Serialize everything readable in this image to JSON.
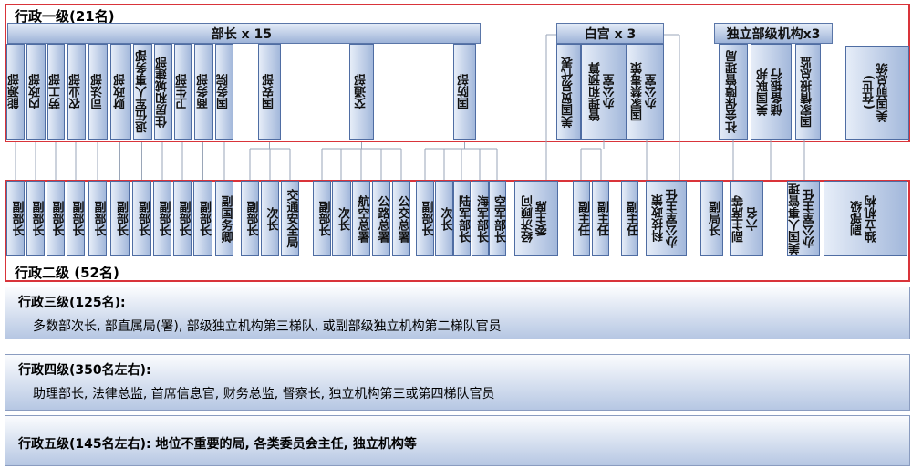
{
  "level1": {
    "title": "行政一级(21名)",
    "ministers_bar": "部长 x 15",
    "whitehouse_bar": "白宫 x 3",
    "independent_bar": "独立部级机构x3",
    "ministers": [
      "能源部",
      "内政部",
      "劳工部",
      "农业部",
      "司法部",
      "财政部",
      "退伍军人事务部",
      "住房和城建部",
      "卫生部",
      "商务部",
      "国务院",
      "国安部",
      "交通部",
      "国防部"
    ],
    "whitehouse": [
      "美国贸易代表",
      "管理和预算\n办公室",
      "国家禁毒策\n办公室"
    ],
    "independent": [
      "社会保障管理局",
      "美国联邦\n储备银行",
      "国家情报总监"
    ],
    "former_president": "(在世)\n美国前总统"
  },
  "level2": {
    "title": "行政二级 (52名)",
    "boxes": [
      "副部长",
      "副部长",
      "副部长",
      "副部长",
      "副部长",
      "副部长",
      "副部长",
      "副部长",
      "副部长",
      "副部长",
      "副国务卿",
      "副部长",
      "次长",
      "交通安全局",
      "副部长",
      "次长",
      "航空总署",
      "公路总署",
      "公交总署",
      "副部长",
      "次长",
      "陆军部长",
      "海军部长",
      "空军部长",
      "经济顾问\n委主席",
      "副主任",
      "副主任",
      "副主任",
      "科技政策\n办公室主任",
      "副局长",
      "副主席等\n六名",
      "美国人事管理\n办公室主任",
      "副部级\n独立机构"
    ]
  },
  "level3": {
    "title": "行政三级(125名):",
    "desc": "多数部次长, 部直属局(署), 部级独立机构第三梯队, 或副部级独立机构第二梯队官员"
  },
  "level4": {
    "title": "行政四级(350名左右):",
    "desc": "助理部长, 法律总监, 首席信息官, 财务总监, 督察长, 独立机构第三或第四梯队官员"
  },
  "level5": {
    "title": "行政五级(145名左右):  地位不重要的局, 各类委员会主任,  独立机构等"
  }
}
